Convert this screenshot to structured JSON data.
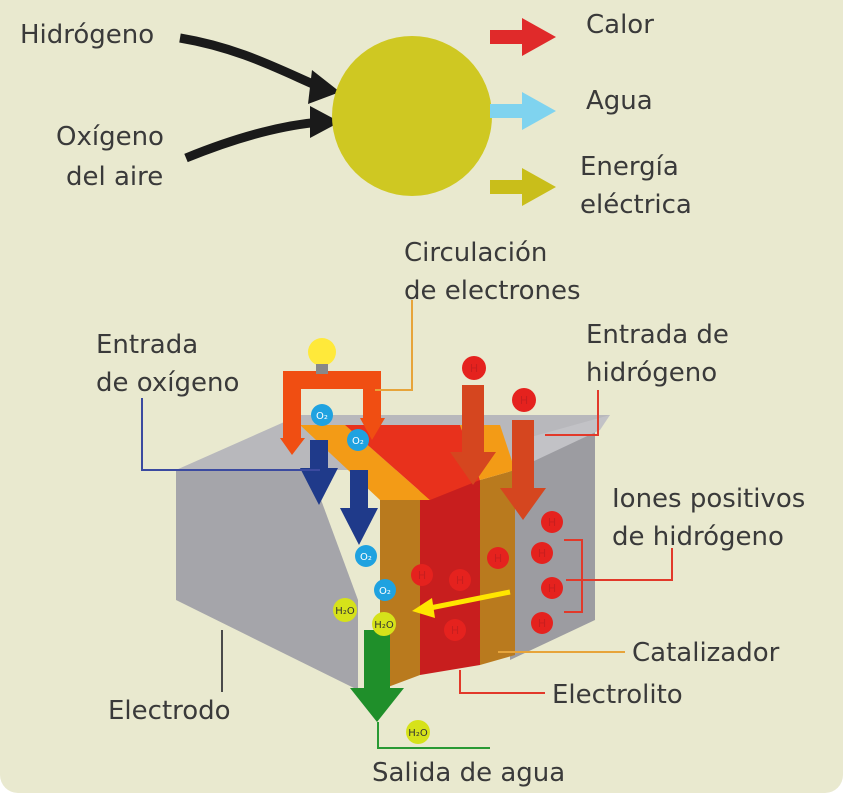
{
  "top": {
    "inputs": {
      "hydrogen": "Hidrógeno",
      "oxygen_line1": "Oxígeno",
      "oxygen_line2": "del aire"
    },
    "outputs": {
      "heat": "Calor",
      "water": "Agua",
      "energy_line1": "Energía",
      "energy_line2": "eléctrica"
    }
  },
  "cell": {
    "electron_flow_line1": "Circulación",
    "electron_flow_line2": "de electrones",
    "oxygen_in_line1": "Entrada",
    "oxygen_in_line2": "de oxígeno",
    "hydrogen_in_line1": "Entrada de",
    "hydrogen_in_line2": "hidrógeno",
    "ions_line1": "Iones positivos",
    "ions_line2": "de hidrógeno",
    "catalyst": "Catalizador",
    "electrolyte": "Electrolito",
    "electrode": "Electrodo",
    "water_out": "Salida de agua"
  },
  "molecules": {
    "hydrogen": "H",
    "oxygen": "O₂",
    "water": "H₂O"
  },
  "colors": {
    "background": "#e9e9cf",
    "heat_arrow": "#e02a2a",
    "water_arrow": "#7fd3ef",
    "energy_arrow": "#c9be1a",
    "sphere": "#cfc822",
    "electrode": "#a9a9ae",
    "catalyst": "#b97a1e",
    "electrolyte": "#c81e1e"
  }
}
